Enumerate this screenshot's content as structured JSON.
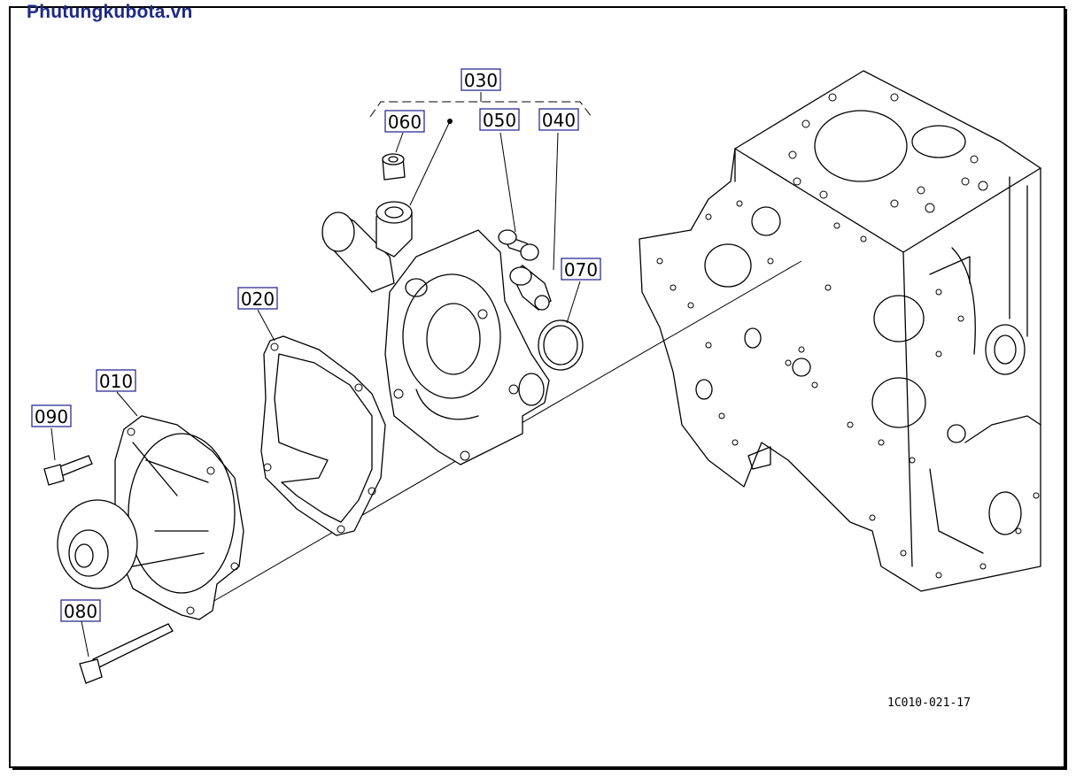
{
  "brand": {
    "text": "Phutungkubota.vn",
    "color": "#1e2a86"
  },
  "diagram_code": "1C010-021-17",
  "callouts": {
    "p010": "010",
    "p020": "020",
    "p030": "030",
    "p040": "040",
    "p050": "050",
    "p060": "060",
    "p070": "070",
    "p080": "080",
    "p090": "090"
  },
  "colors": {
    "callout_border": "#1a1a8c",
    "line": "#000000"
  }
}
